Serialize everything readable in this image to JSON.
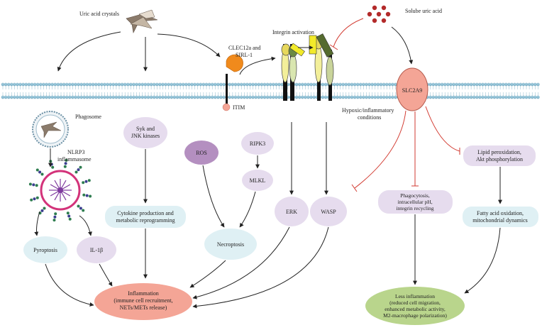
{
  "labels": {
    "uric_acid_crystals": "Uric acid crystals",
    "soluble_uric_acid": "Solube uric acid",
    "integrin_activation": "Integrin activation",
    "clec12a_line1": "CLEC12a and",
    "clec12a_line2": "SIRL-1",
    "itim": "ITIM",
    "slc2a9": "SLC2A9",
    "hypoxic_line1": "Hypoxic/inflammatory",
    "hypoxic_line2": "conditions",
    "phagosome": "Phagosome",
    "nlrp3_line1": "NLRP3",
    "nlrp3_line2": "inflammasome"
  },
  "nodes": {
    "syk_jnk": [
      "Syk and",
      "JNK kinases"
    ],
    "ros": [
      "ROS"
    ],
    "ripk3": [
      "RIPK3"
    ],
    "mlkl": [
      "MLKL"
    ],
    "cytokine": [
      "Cytokine production and",
      "metabolic reprogramming"
    ],
    "necroptosis": [
      "Necroptosis"
    ],
    "pyroptosis": [
      "Pyroptosis"
    ],
    "il1b": [
      "IL-1β"
    ],
    "erk": [
      "ERK"
    ],
    "wasp": [
      "WASP"
    ],
    "phagocytosis": [
      "Phagocytosis,",
      "intracellular pH,",
      "integrin recycling"
    ],
    "lipid": [
      "Lipid peroxidation,",
      "Akt phosphorylation"
    ],
    "fatty_acid": [
      "Fatty acid oxidation,",
      "mitochondrial dynamics"
    ],
    "inflammation": [
      "Inflammation",
      "(immune cell recruitment,",
      "NETs/METs release)"
    ],
    "less_inflammation": [
      "Less inflammation",
      "(reduced cell migration,",
      "enhanced metabolic activity,",
      "M2-macrophage polarization)"
    ]
  },
  "colors": {
    "pale_blue": "#dff0f4",
    "lavender": "#e6dcee",
    "purple": "#b48fc0",
    "salmon": "#f4a596",
    "green": "#b9d58c",
    "membrane_head": "#8fc3d9",
    "inhibit_red": "#d23a30",
    "arrow": "#222222"
  }
}
